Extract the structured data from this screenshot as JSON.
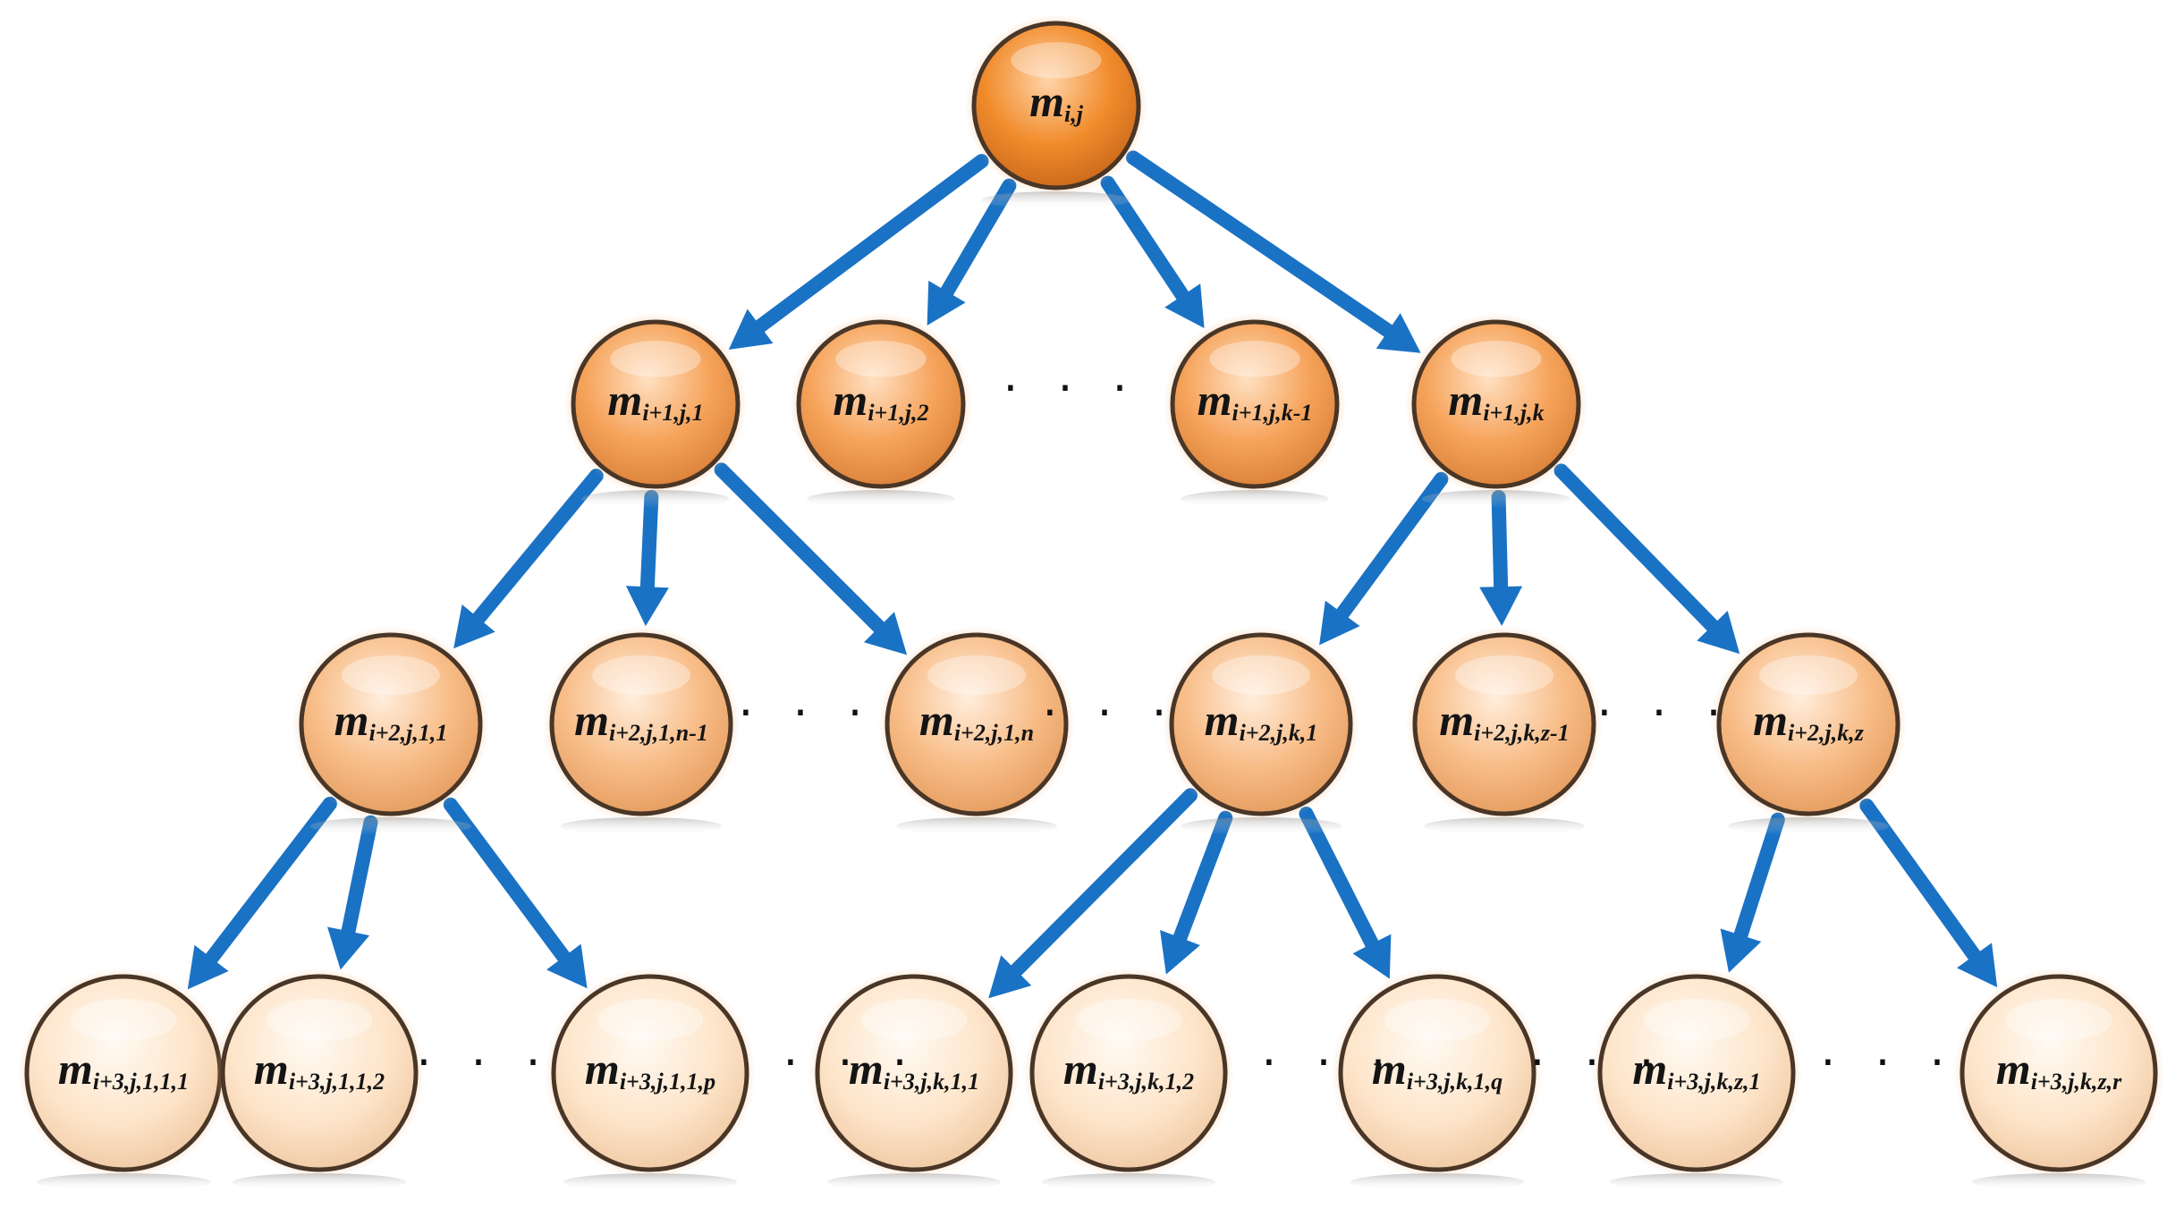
{
  "tree": {
    "levels": [
      {
        "level": 0,
        "nodes": [
          {
            "id": "root",
            "base": "m",
            "sub": "i,j"
          }
        ]
      },
      {
        "level": 1,
        "nodes": [
          {
            "id": "l1-1",
            "base": "m",
            "sub": "i+1,j,1"
          },
          {
            "id": "l1-2",
            "base": "m",
            "sub": "i+1,j,2"
          },
          {
            "id": "l1-3",
            "base": "m",
            "sub": "i+1,j,k-1"
          },
          {
            "id": "l1-4",
            "base": "m",
            "sub": "i+1,j,k"
          }
        ]
      },
      {
        "level": 2,
        "nodes": [
          {
            "id": "l2-1",
            "base": "m",
            "sub": "i+2,j,1,1"
          },
          {
            "id": "l2-2",
            "base": "m",
            "sub": "i+2,j,1,n-1"
          },
          {
            "id": "l2-3",
            "base": "m",
            "sub": "i+2,j,1,n"
          },
          {
            "id": "l2-4",
            "base": "m",
            "sub": "i+2,j,k,1"
          },
          {
            "id": "l2-5",
            "base": "m",
            "sub": "i+2,j,k,z-1"
          },
          {
            "id": "l2-6",
            "base": "m",
            "sub": "i+2,j,k,z"
          }
        ]
      },
      {
        "level": 3,
        "nodes": [
          {
            "id": "l3-1",
            "base": "m",
            "sub": "i+3,j,1,1,1"
          },
          {
            "id": "l3-2",
            "base": "m",
            "sub": "i+3,j,1,1,2"
          },
          {
            "id": "l3-3",
            "base": "m",
            "sub": "i+3,j,1,1,p"
          },
          {
            "id": "l3-4",
            "base": "m",
            "sub": "i+3,j,k,1,1"
          },
          {
            "id": "l3-5",
            "base": "m",
            "sub": "i+3,j,k,1,2"
          },
          {
            "id": "l3-6",
            "base": "m",
            "sub": "i+3,j,k,1,q"
          },
          {
            "id": "l3-7",
            "base": "m",
            "sub": "i+3,j,k,z,1"
          },
          {
            "id": "l3-8",
            "base": "m",
            "sub": "i+3,j,k,z,r"
          }
        ]
      }
    ],
    "edges": [
      [
        "root",
        "l1-1"
      ],
      [
        "root",
        "l1-2"
      ],
      [
        "root",
        "l1-3"
      ],
      [
        "root",
        "l1-4"
      ],
      [
        "l1-1",
        "l2-1"
      ],
      [
        "l1-1",
        "l2-2"
      ],
      [
        "l1-1",
        "l2-3"
      ],
      [
        "l1-4",
        "l2-4"
      ],
      [
        "l1-4",
        "l2-5"
      ],
      [
        "l1-4",
        "l2-6"
      ],
      [
        "l2-1",
        "l3-1"
      ],
      [
        "l2-1",
        "l3-2"
      ],
      [
        "l2-1",
        "l3-3"
      ],
      [
        "l2-4",
        "l3-4"
      ],
      [
        "l2-4",
        "l3-5"
      ],
      [
        "l2-4",
        "l3-6"
      ],
      [
        "l2-6",
        "l3-7"
      ],
      [
        "l2-6",
        "l3-8"
      ]
    ],
    "ellipsis": "· · ·"
  },
  "colors": {
    "level0": "#f08a2a",
    "level1": "#f6a45c",
    "level2": "#f9be8a",
    "level3": "#fde3c6",
    "rim": "#4a3626",
    "arrow": "#1a72c4"
  }
}
